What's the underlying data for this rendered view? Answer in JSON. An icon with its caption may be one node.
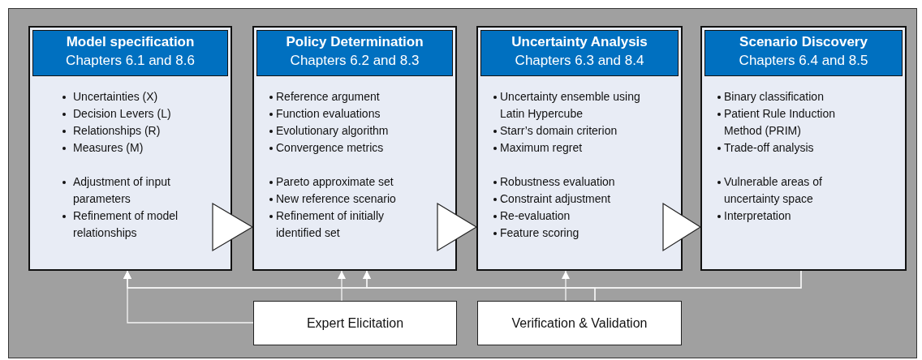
{
  "diagram": {
    "nodes": [
      {
        "text": [
          "Uncertainties (X)",
          "Decision Levers (L)",
          "Relationships (R)",
          "Measures (M)",
          "Adjustment of input parameters",
          "Refinement of model relationships"
        ]
      },
      {
        "text": [
          "Model specification",
          "Chapters 6.1 and 8.6"
        ],
        "in": 0
      },
      {
        "text": [
          "Reference argument",
          "Function evaluations",
          "Evolutionary algorithm",
          "Convergence metrics",
          "Pareto approximate set",
          "New reference scenario",
          "Refinement of initially identified set"
        ]
      },
      {
        "text": [
          "Policy Determination",
          "Chapters 6.2 and 8.3"
        ],
        "in": 2
      },
      {
        "text": [
          "Uncertainty ensemble using Latin Hypercube",
          "Starr’s domain criterion",
          "Maximum regret",
          "Robustness evaluation",
          "Constraint adjustment",
          "Re-evaluation",
          "Feature scoring"
        ]
      },
      {
        "text": [
          "Uncertainty Analysis",
          "Chapters 6.3 and 8.4"
        ],
        "in": 4
      },
      {
        "text": [
          "Binary classification",
          "Patient Rule Induction Method (PRIM)",
          "Trade-off analysis",
          "Vulnerable areas of uncertainty space",
          "Interpretation"
        ]
      },
      {
        "text": [
          "Scenario Discovery",
          "Chapters 6.4 and 8.5"
        ],
        "in": 6
      },
      {
        "text": [
          "Expert Elicitation"
        ]
      },
      {
        "text": [
          "Verification & Validation"
        ]
      }
    ],
    "edges": [
      {
        "from": 0,
        "to": 2,
        "arrow": "to"
      },
      {
        "from": 2,
        "to": 4,
        "arrow": "to"
      },
      {
        "from": 4,
        "to": 6,
        "arrow": "to"
      },
      {
        "from": 8,
        "to": 0,
        "arrow": "to",
        "color": "#f4f4f4"
      },
      {
        "from": 8,
        "to": 2,
        "arrow": "to",
        "color": "#f4f4f4"
      },
      {
        "from": 6,
        "to": 0,
        "arrow": "to",
        "color": "#f4f4f4"
      },
      {
        "from": 6,
        "to": 2,
        "arrow": "to",
        "color": "#f4f4f4"
      },
      {
        "from": 9,
        "to": 4,
        "arrow": "to",
        "color": "#f4f4f4"
      },
      {
        "from": 9,
        "to": 0,
        "arrow": "to",
        "color": "#f4f4f4"
      },
      {
        "from": 9,
        "to": 2,
        "arrow": "to",
        "color": "#f4f4f4"
      }
    ]
  }
}
